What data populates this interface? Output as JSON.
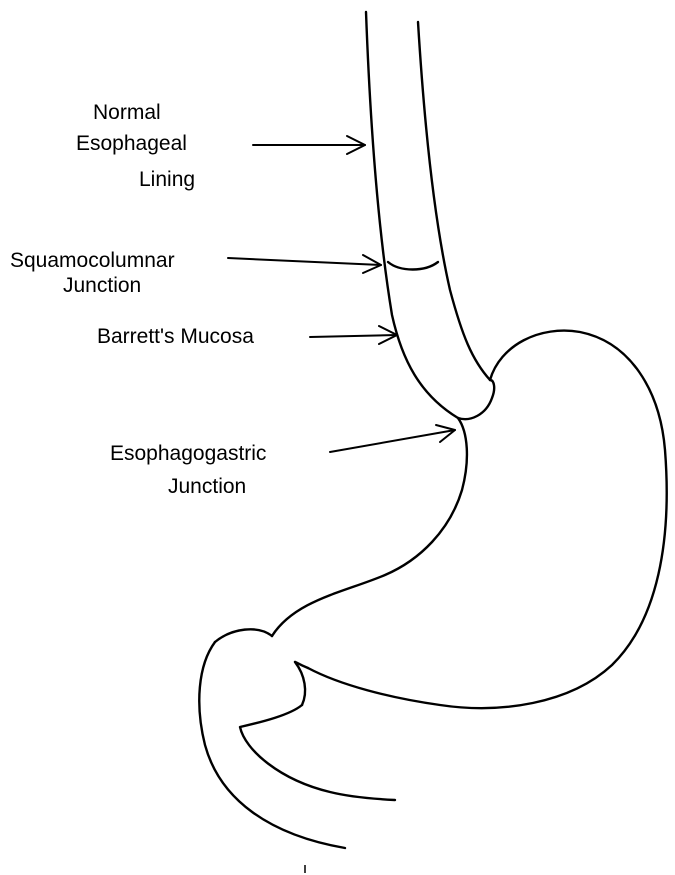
{
  "diagram": {
    "labels": {
      "normal_line1": "Normal",
      "normal_line2": "Esophageal",
      "normal_line3": "Lining",
      "squamo_line1": "Squamocolumnar",
      "squamo_line2": "Junction",
      "barretts": "Barrett's Mucosa",
      "esogastric_line1": "Esophagogastric",
      "esogastric_line2": "Junction"
    }
  }
}
